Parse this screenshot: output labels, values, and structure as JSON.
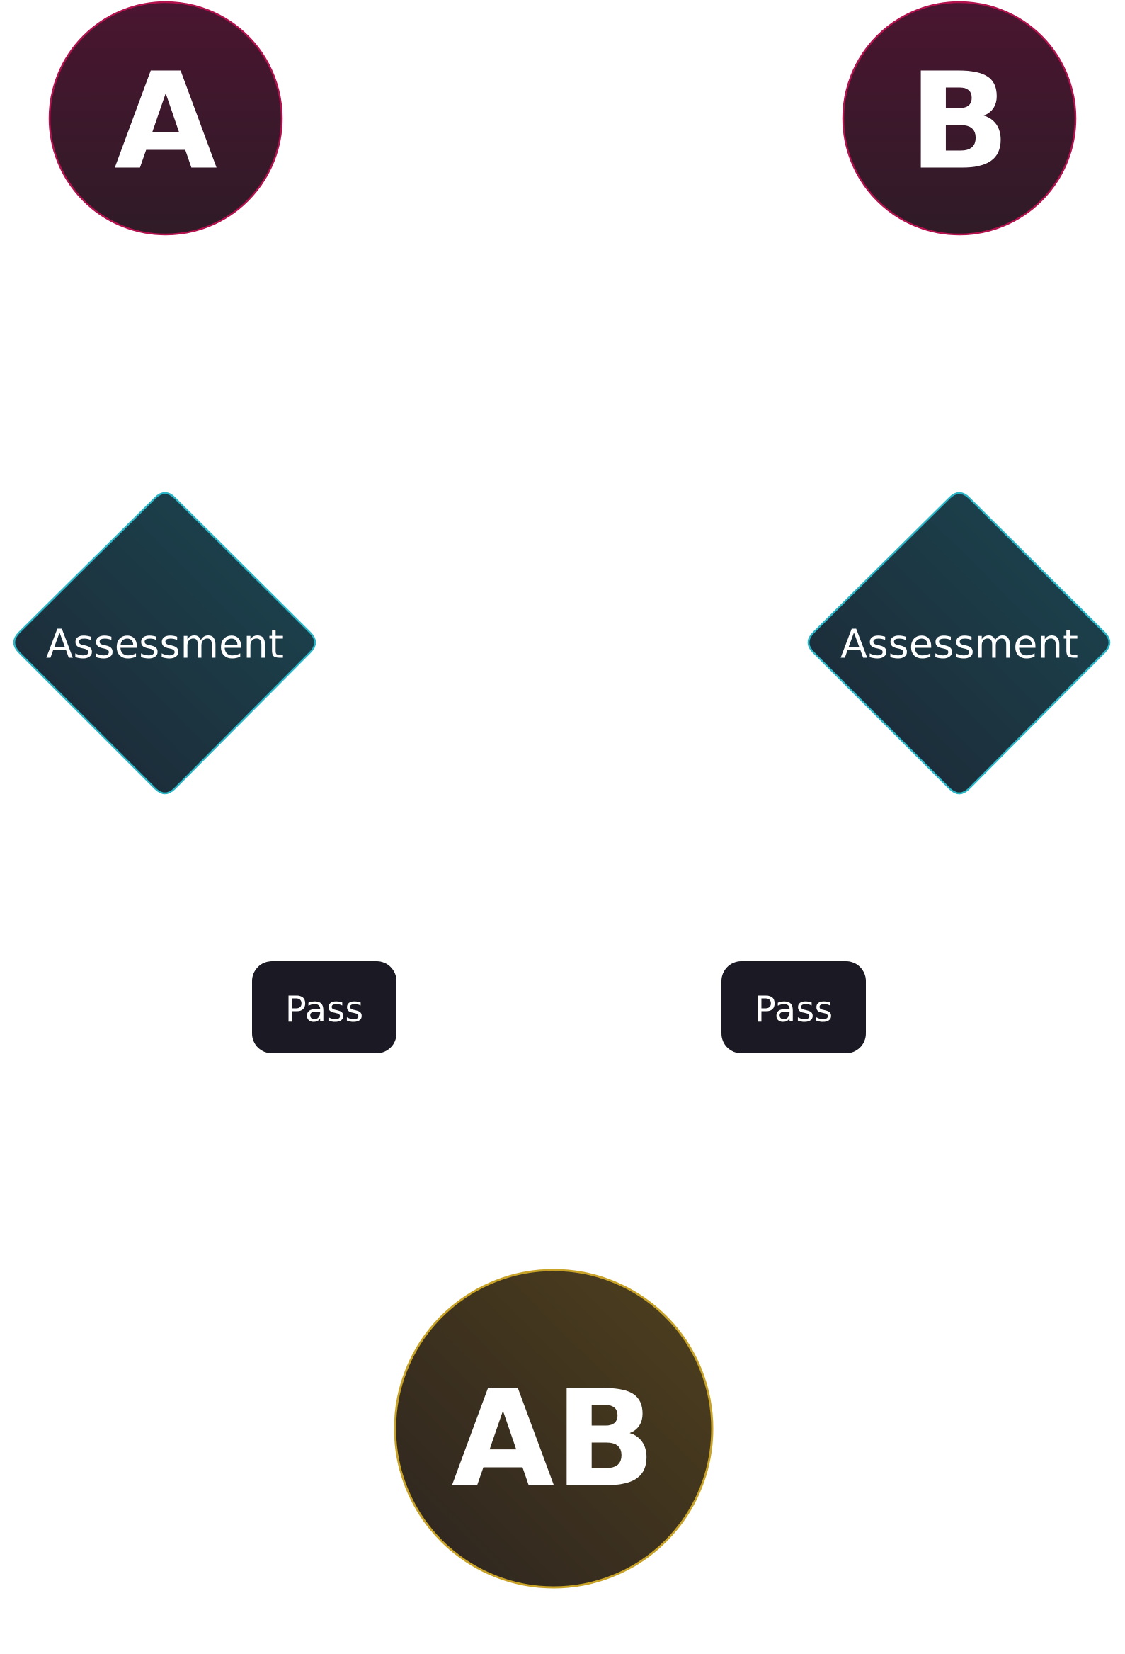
{
  "nodes": {
    "start_a": {
      "label": "A"
    },
    "start_b": {
      "label": "B"
    },
    "decision_a": {
      "label": "Assessment"
    },
    "decision_b": {
      "label": "Assessment"
    },
    "pass_a": {
      "label": "Pass"
    },
    "pass_b": {
      "label": "Pass"
    },
    "result": {
      "label": "AB"
    }
  },
  "colors": {
    "start_fill_top": "#4a1530",
    "start_fill_bottom": "#301a28",
    "start_border": "#b3124f",
    "decision_fill_top": "#1a4450",
    "decision_fill_bottom": "#1d2836",
    "decision_border": "#2bb6c8",
    "pass_fill": "#1b1923",
    "result_fill_top": "#4a3c1f",
    "result_fill_bottom": "#302820",
    "result_border": "#c9a328",
    "text": "#ffffff"
  }
}
